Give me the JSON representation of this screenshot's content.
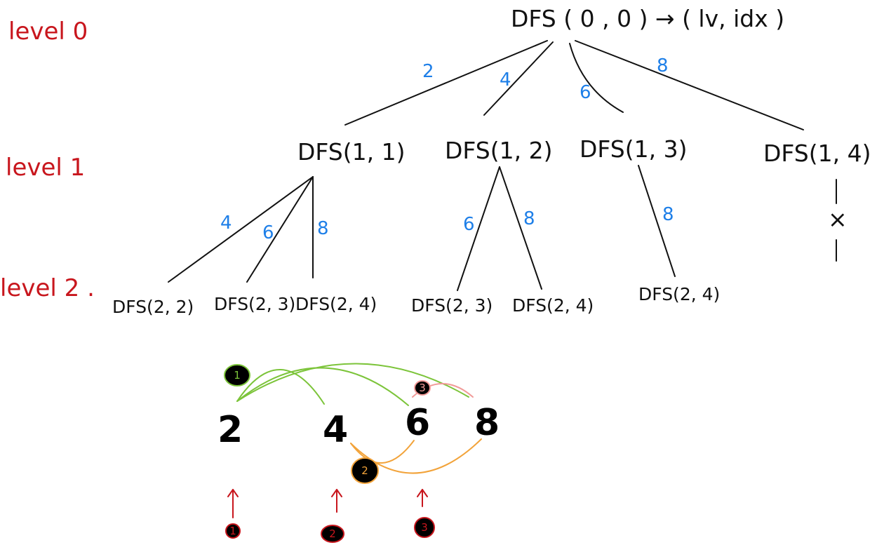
{
  "colors": {
    "ink": "#111111",
    "level": "#c8161d",
    "weight": "#1e7fe8",
    "green": "#7cc43a",
    "orange": "#f2a33a",
    "pink": "#f19a98",
    "bottom_arrow": "#c8161d"
  },
  "levels": [
    "level 0",
    "level 1",
    "level 2 ."
  ],
  "root": {
    "label": "DFS ( 0 , 0 ) → ( lv,  idx )"
  },
  "level1_nodes": [
    "DFS(1, 1)",
    "DFS(1, 2)",
    "DFS(1, 3)",
    "DFS(1, 4)"
  ],
  "level2_nodes": [
    "DFS(2, 2)",
    "DFS(2, 3)",
    "DFS(2, 4)",
    "DFS(2, 3)",
    "DFS(2, 4)",
    "DFS(2, 4)"
  ],
  "root_edge_weights": [
    "2",
    "4",
    "6",
    "8"
  ],
  "n1_edge_weights": [
    "4",
    "6",
    "8"
  ],
  "n2_edge_weights": [
    "6",
    "8"
  ],
  "n3_edge_weights": [
    "8"
  ],
  "cut_mark": "×",
  "sequence": [
    "2",
    "4",
    "6",
    "8"
  ],
  "arc_markers": [
    "1",
    "2",
    "3"
  ],
  "bottom_markers": [
    "1",
    "2",
    "3"
  ]
}
